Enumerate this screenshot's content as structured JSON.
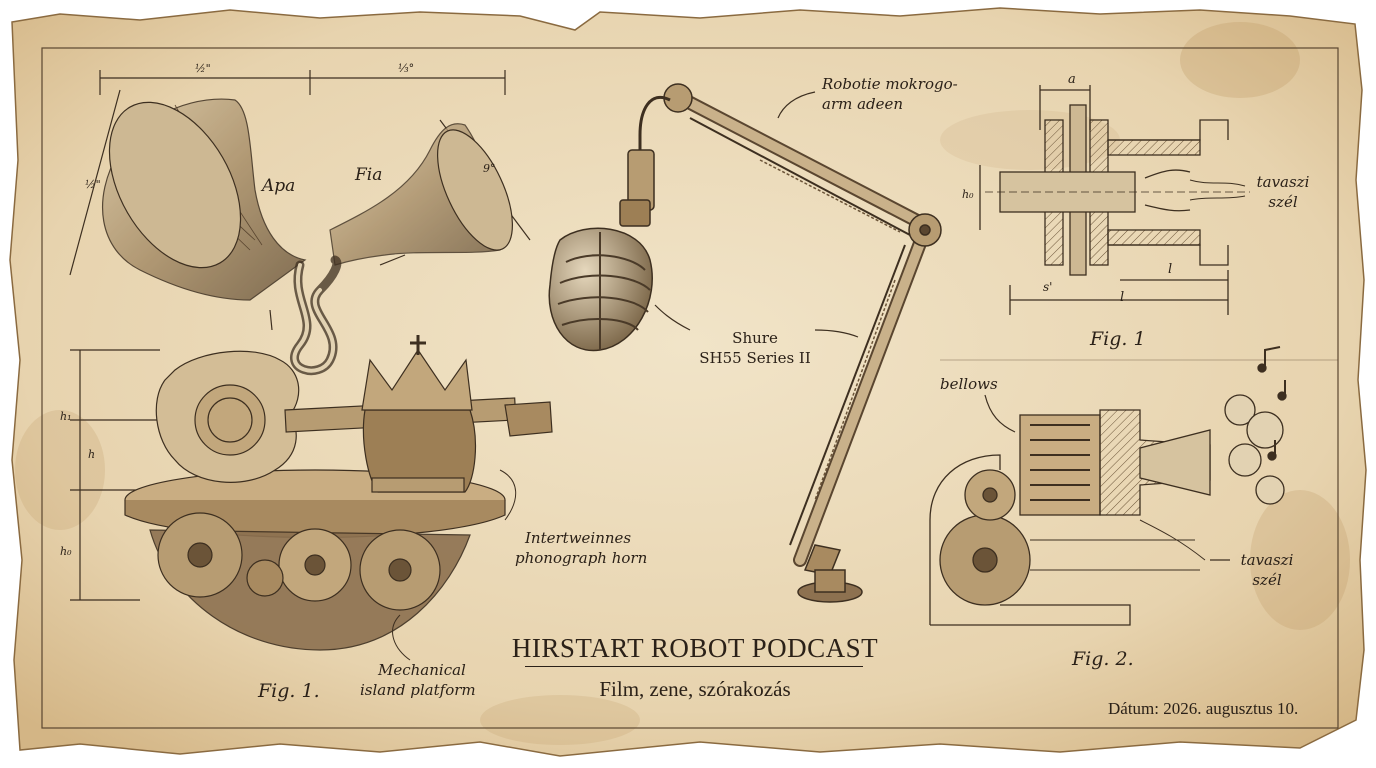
{
  "title": "HIRSTART ROBOT PODCAST",
  "subtitle": "Film, zene, szórakozás",
  "date": "Dátum: 2026. augusztus 10.",
  "left_panel": {
    "horn_labels": [
      "Apa",
      "Fia"
    ],
    "dims": {
      "top1": "½\"",
      "top2": "⅓°",
      "side_h1": "h₁",
      "side_h": "h",
      "side_h0": "h₀",
      "diag1": "½\"",
      "diag2": "9°"
    },
    "annotation_horn": [
      "Intertweinnes",
      "phonograph horn"
    ],
    "annotation_platform": [
      "Mechanical",
      "island platform"
    ],
    "fig": "Fig. 1."
  },
  "center_panel": {
    "annotation_arm": [
      "Robotie mokrogo-",
      "arm adeen"
    ],
    "annotation_mic": [
      "Shure",
      "SH55 Series II"
    ]
  },
  "right_top": {
    "dims": {
      "a": "a",
      "h0": "h₀",
      "s": "s'",
      "l1": "l",
      "l2": "l"
    },
    "annotation": [
      "tavaszi",
      "szél"
    ],
    "fig": "Fig. 1"
  },
  "right_bottom": {
    "label_bellows": "bellows",
    "annotation": [
      "tavaszi",
      "szél"
    ],
    "fig": "Fig. 2."
  },
  "colors": {
    "paper": "#ecdcbd",
    "ink": "#2b2118",
    "stain": "#b88f58",
    "metal": "#a88f6a"
  }
}
